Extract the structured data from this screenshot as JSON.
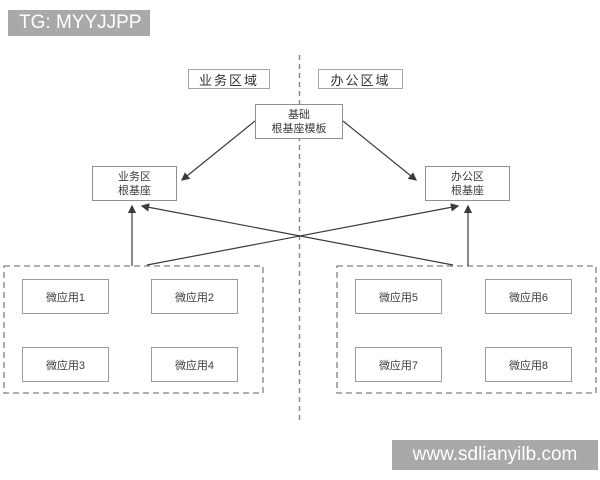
{
  "badge": {
    "text": "TG: MYYJJPP"
  },
  "watermark": {
    "text": "www.sdlianyilb.com"
  },
  "diagram": {
    "region_labels": {
      "business": "业务区域",
      "office": "办公区域"
    },
    "template_node": {
      "line1": "基础",
      "line2": "根基座模板"
    },
    "business_base": {
      "line1": "业务区",
      "line2": "根基座"
    },
    "office_base": {
      "line1": "办公区",
      "line2": "根基座"
    },
    "business_apps": [
      "微应用1",
      "微应用2",
      "微应用3",
      "微应用4"
    ],
    "office_apps": [
      "微应用5",
      "微应用6",
      "微应用7",
      "微应用8"
    ],
    "edges": [
      {
        "from": "template-node",
        "to": "business-base-node"
      },
      {
        "from": "template-node",
        "to": "office-base-node"
      },
      {
        "from": "business-apps-container",
        "to": "business-base-node"
      },
      {
        "from": "office-apps-container",
        "to": "office-base-node"
      },
      {
        "from": "business-apps-container",
        "to": "office-base-node"
      },
      {
        "from": "office-apps-container",
        "to": "business-base-node"
      }
    ],
    "colors": {
      "background": "#ffffff",
      "watermark_bg": "#a9a9a9",
      "watermark_text": "#ffffff",
      "arrow_line": "#3a3a3a",
      "solid_box_border": "#8f8f8f",
      "dashed_container_border": "#808080",
      "zone_divider": "#8c8c8c",
      "text": "#3c3c3c"
    }
  }
}
